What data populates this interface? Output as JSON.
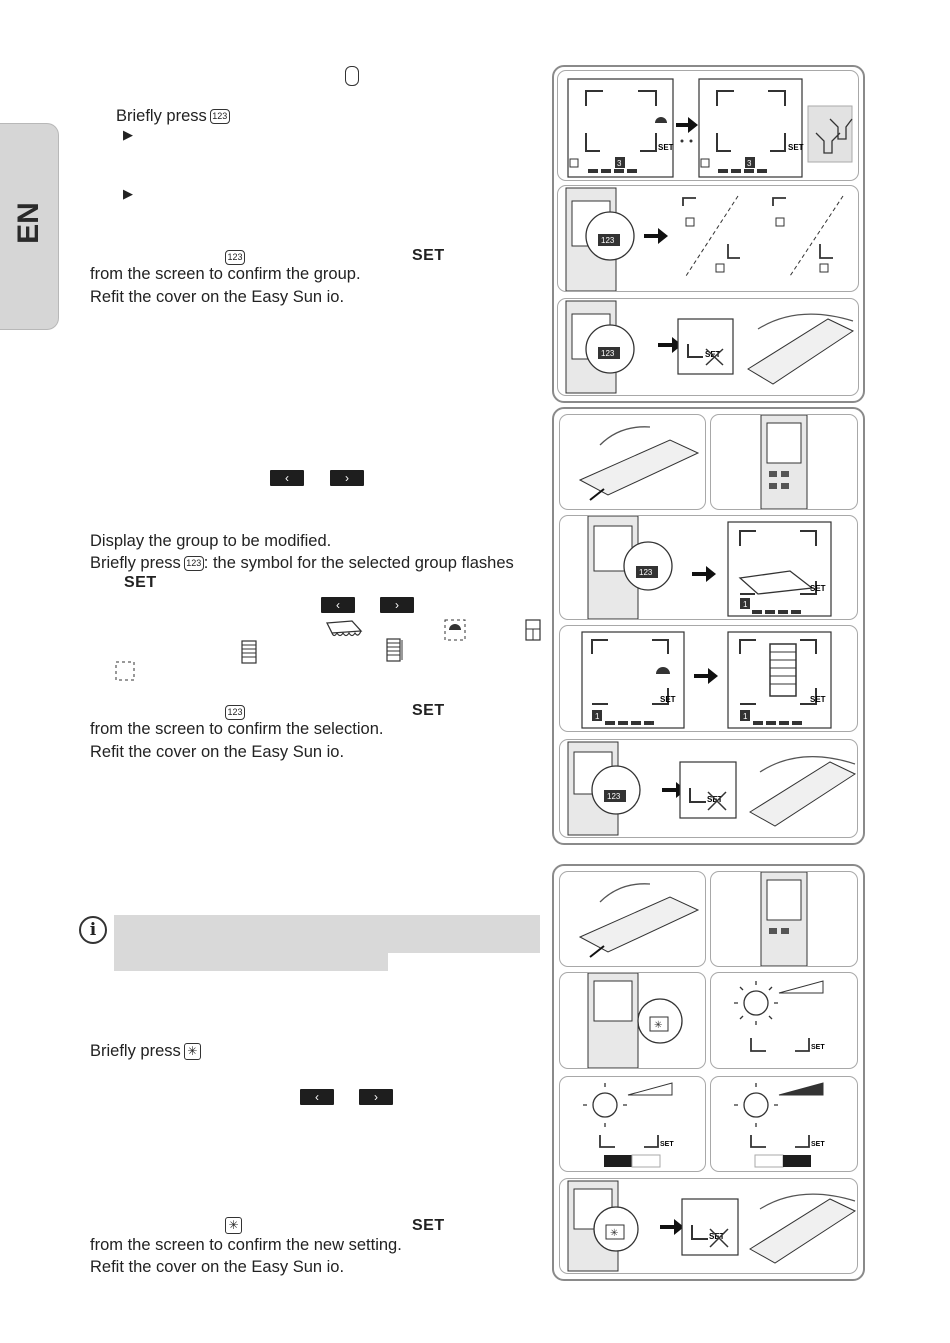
{
  "side_tab": {
    "language": "EN"
  },
  "section1": {
    "brief_press": "Briefly press",
    "confirm_line": "from the screen to confirm the group.",
    "refit": "Refit the cover on the Easy Sun io.",
    "set": "SET",
    "icon_label": "123"
  },
  "section2": {
    "display_group": "Display the group to be modified.",
    "brief_press": "Briefly press",
    "flash_text": ": the symbol for the selected group flashes",
    "set": "SET",
    "confirm_line": "from the screen to confirm the selection.",
    "refit": "Refit the cover on the Easy Sun io.",
    "icon_label": "123"
  },
  "section3": {
    "brief_press": "Briefly press",
    "set": "SET",
    "confirm_line": "from the screen to confirm the new setting.",
    "refit": "Refit the cover on the Easy Sun io."
  },
  "arrows": {
    "left": "‹",
    "right": "›"
  },
  "figure_labels": {
    "set": "SET",
    "group_1": "1",
    "group_3": "3",
    "key_123": "123"
  },
  "colors": {
    "tab_bg": "#d6d6d6",
    "note_bg": "#d9d9d9",
    "panel_border": "#8a8a8a"
  }
}
